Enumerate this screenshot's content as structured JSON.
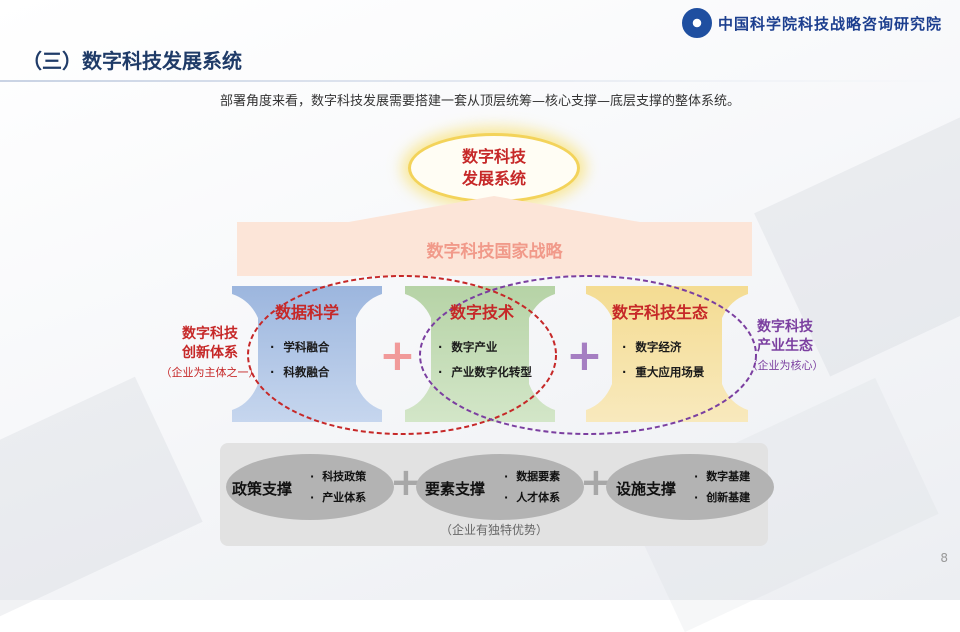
{
  "header": {
    "logo_text": "中国科学院科技战略咨询研究院",
    "title": "（三）数字科技发展系统",
    "intro": "部署角度来看，数字科技发展需要搭建一套从顶层统筹—核心支撑—底层支撑的整体系统。"
  },
  "top": {
    "line1": "数字科技",
    "line2": "发展系统"
  },
  "roof": {
    "label": "数字科技国家战略"
  },
  "pillars": [
    {
      "title": "数据科学",
      "items": [
        "学科融合",
        "科教融合"
      ],
      "color": "#9cb6de"
    },
    {
      "title": "数字技术",
      "items": [
        "数字产业",
        "产业数字化转型"
      ],
      "color": "#b6d3a6"
    },
    {
      "title": "数字科技生态",
      "items": [
        "数字经济",
        "重大应用场景"
      ],
      "color": "#f4dc92"
    }
  ],
  "left_label": {
    "line1": "数字科技",
    "line2": "创新体系",
    "note": "（企业为主体之一）",
    "color": "#c62828"
  },
  "right_label": {
    "line1": "数字科技",
    "line2": "产业生态",
    "note": "（企业为核心）",
    "color": "#7b3fa0"
  },
  "pluses": {
    "first_color": "#f19a9a",
    "second_color": "#a57ec2"
  },
  "base": {
    "supports": [
      {
        "title": "政策支撑",
        "items": [
          "科技政策",
          "产业体系"
        ]
      },
      {
        "title": "要素支撑",
        "items": [
          "数据要素",
          "人才体系"
        ]
      },
      {
        "title": "设施支撑",
        "items": [
          "数字基建",
          "创新基建"
        ]
      }
    ],
    "note": "（企业有独特优势）"
  },
  "page_number": "8"
}
